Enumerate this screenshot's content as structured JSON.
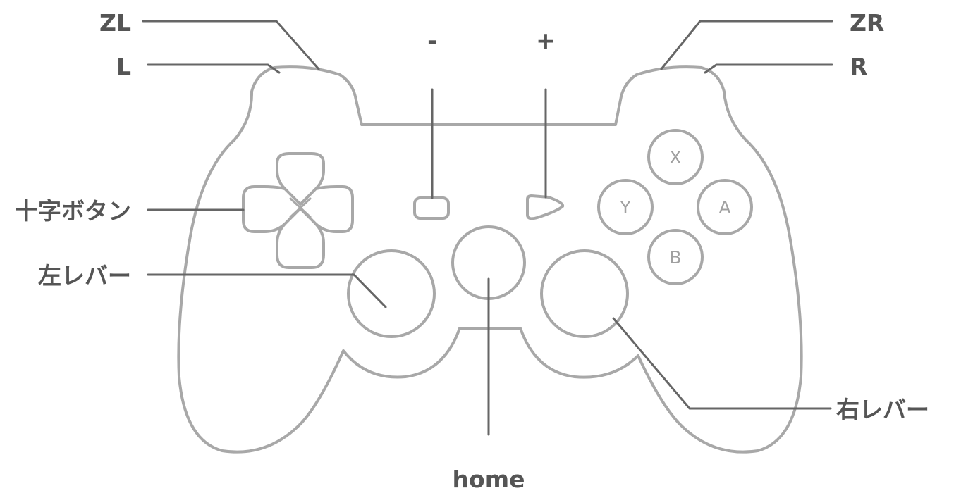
{
  "colors": {
    "outline": "#a8a8a8",
    "leader": "#666666",
    "label": "#555555",
    "button_letter": "#a0a0a0",
    "background": "#ffffff"
  },
  "labels": {
    "zl": "ZL",
    "l": "L",
    "minus": "-",
    "plus": "+",
    "zr": "ZR",
    "r": "R",
    "dpad": "十字ボタン",
    "left_stick": "左レバー",
    "right_stick": "右レバー",
    "home": "home"
  },
  "face_buttons": {
    "x": "X",
    "y": "Y",
    "a": "A",
    "b": "B"
  }
}
